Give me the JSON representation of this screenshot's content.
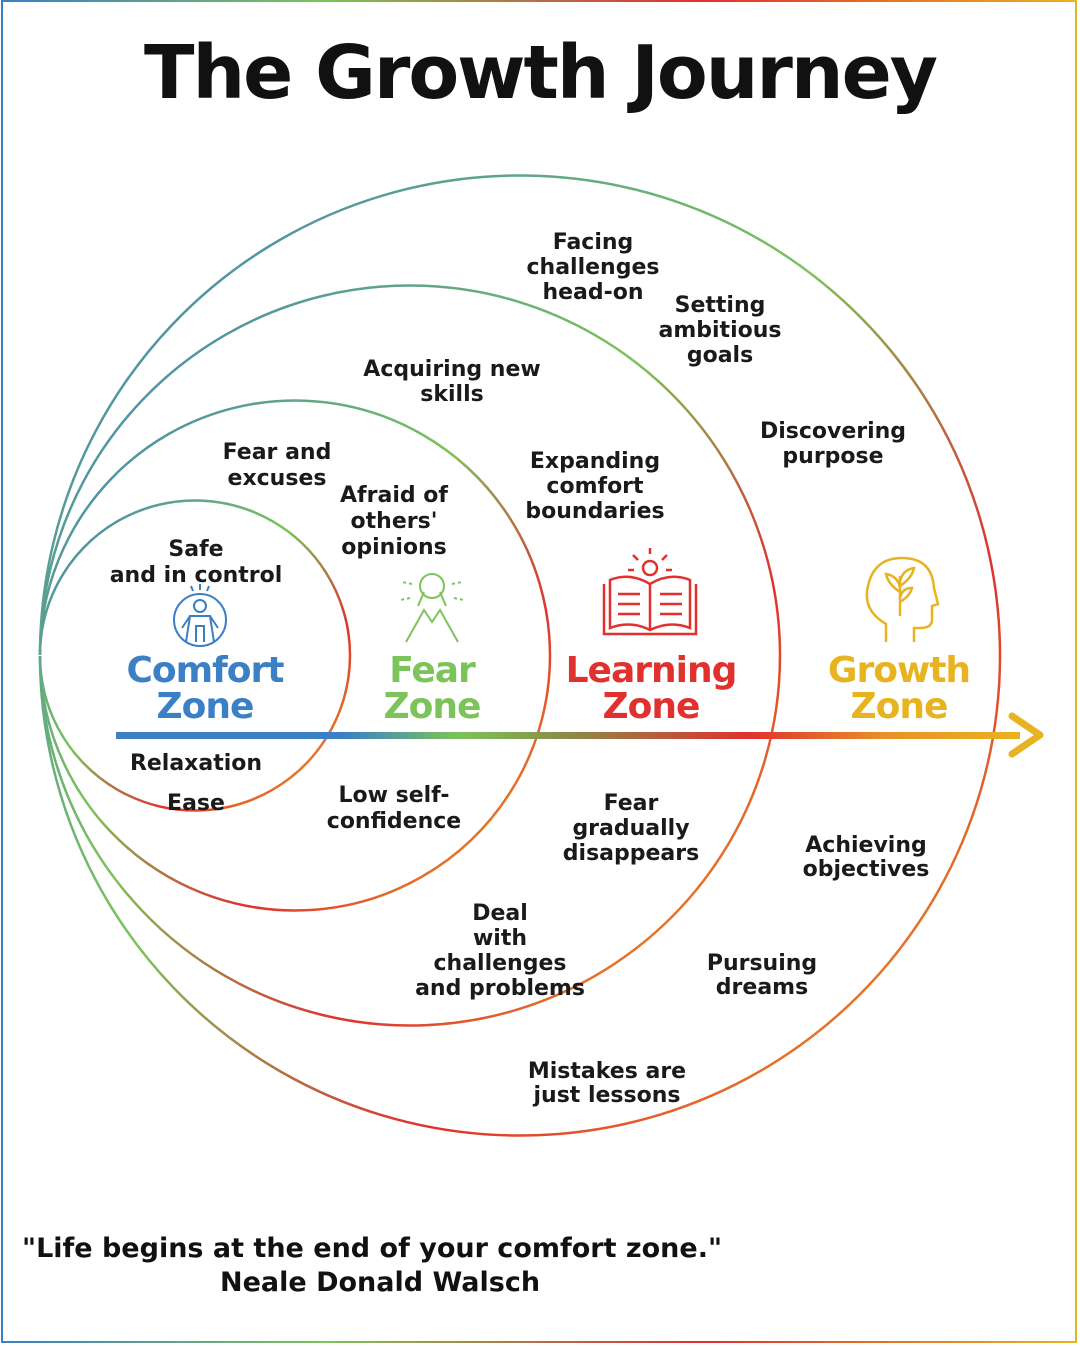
{
  "title": "The Growth Journey",
  "zones": {
    "comfort": {
      "line1": "Comfort",
      "line2": "Zone",
      "color": "#3b7fc4"
    },
    "fear": {
      "line1": "Fear",
      "line2": "Zone",
      "color": "#7cc35a"
    },
    "learning": {
      "line1": "Learning",
      "line2": "Zone",
      "color": "#e0312f"
    },
    "growth": {
      "line1": "Growth",
      "line2": "Zone",
      "color": "#e8b320"
    }
  },
  "labels": {
    "safe_control": [
      "Safe",
      "and in control"
    ],
    "relaxation": "Relaxation",
    "ease": "Ease",
    "fear_excuses": [
      "Fear and",
      "excuses"
    ],
    "afraid_opinions": [
      "Afraid of",
      "others'",
      "opinions"
    ],
    "low_confidence": [
      "Low self-",
      "confidence"
    ],
    "acquiring_skills": [
      "Acquiring new",
      "skills"
    ],
    "expanding_boundaries": [
      "Expanding",
      "comfort",
      "boundaries"
    ],
    "fear_disappears": [
      "Fear",
      "gradually",
      "disappears"
    ],
    "deal_challenges": [
      "Deal",
      "with",
      "challenges",
      "and problems"
    ],
    "facing_challenges": [
      "Facing",
      "challenges",
      "head-on"
    ],
    "setting_goals": [
      "Setting",
      "ambitious",
      "goals"
    ],
    "discovering_purpose": [
      "Discovering",
      "purpose"
    ],
    "achieving_objectives": [
      "Achieving",
      "objectives"
    ],
    "pursuing_dreams": [
      "Pursuing",
      "dreams"
    ],
    "mistakes_lessons": [
      "Mistakes are",
      "just lessons"
    ]
  },
  "icons": {
    "comfort": "meditating-person-icon",
    "fear": "scared-person-icon",
    "learning": "open-book-lightbulb-icon",
    "growth": "head-plant-icon"
  },
  "quote": {
    "text": "\"Life begins at the end of your comfort zone.\"",
    "author": "Neale Donald Walsch"
  }
}
